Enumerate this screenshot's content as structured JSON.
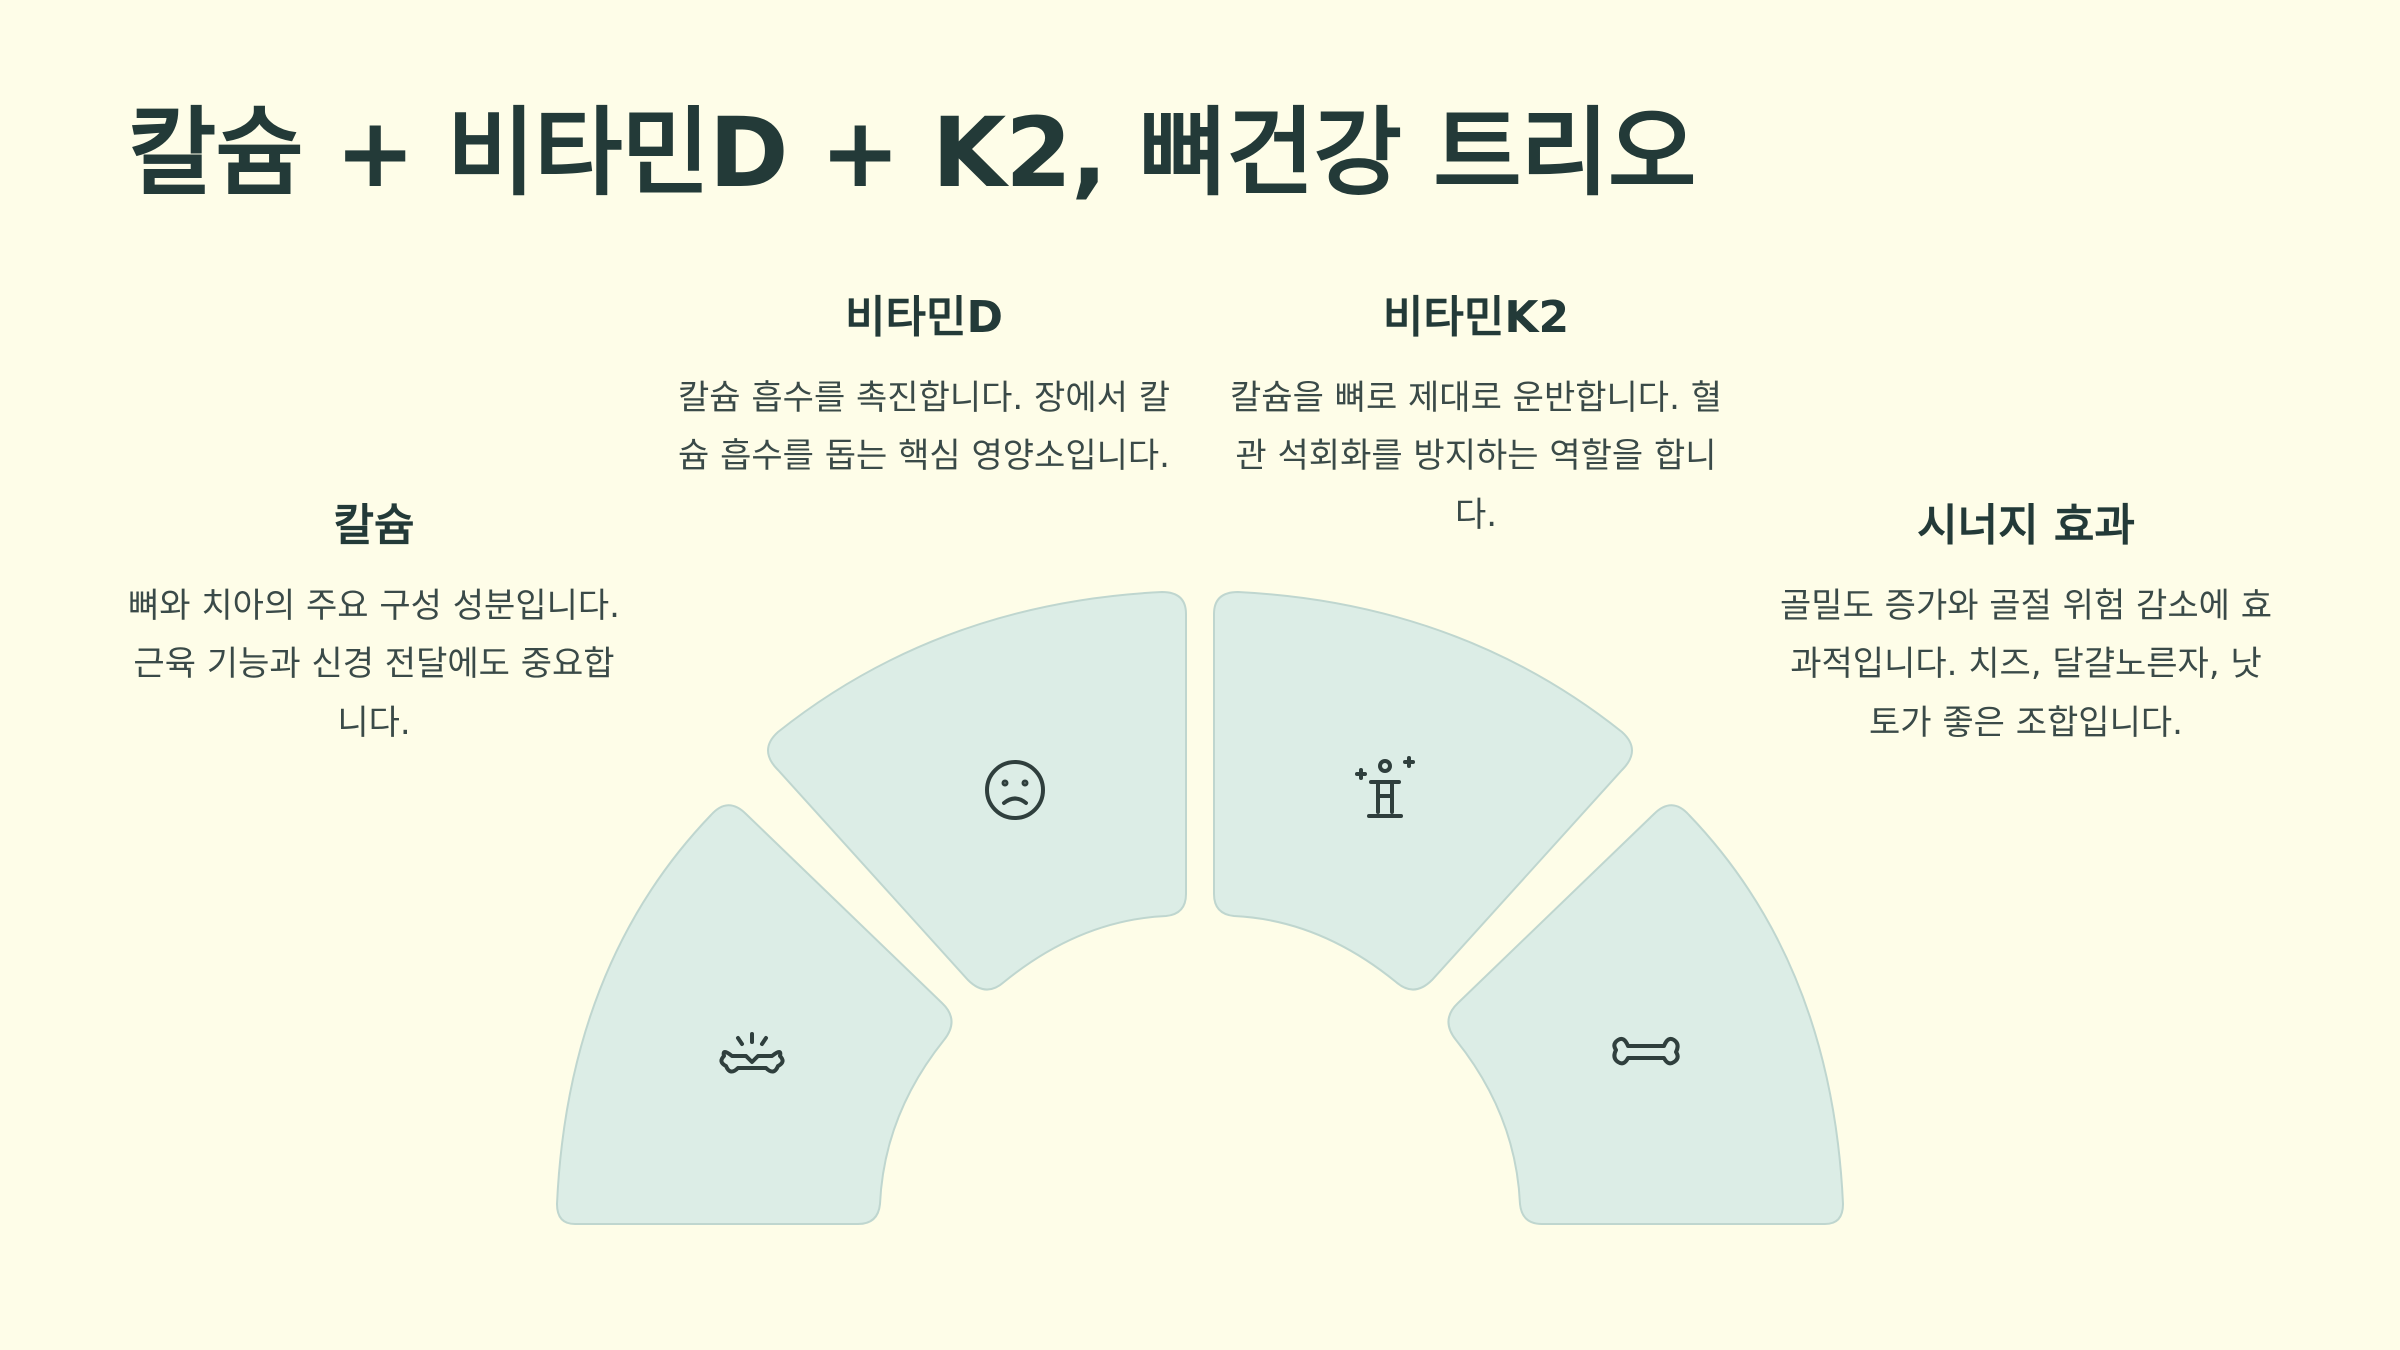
{
  "title": "칼슘 + 비타민D + K2, 뼈건강 트리오",
  "colors": {
    "background": "#FEFDE8",
    "segment_fill": "#DCEDE6",
    "segment_stroke": "#BFD6CF",
    "text": "#233A38"
  },
  "items": [
    {
      "heading": "칼슘",
      "body": "뼈와 치아의 주요 구성 성분입니다. 근육 기능과 신경 전달에도 중요합니다.",
      "icon": "broken-bone-icon"
    },
    {
      "heading": "비타민D",
      "body": "칼슘 흡수를 촉진합니다. 장에서 칼슘 흡수를 돕는 핵심 영양소입니다.",
      "icon": "sad-face-icon"
    },
    {
      "heading": "비타민K2",
      "body": "칼슘을 뼈로 제대로 운반합니다. 혈관 석회화를 방지하는 역할을 합니다.",
      "icon": "sparkle-person-icon"
    },
    {
      "heading": "시너지 효과",
      "body": "골밀도 증가와 골절 위험 감소에 효과적입니다. 치즈, 달걀노른자, 낫토가 좋은 조합입니다.",
      "icon": "bone-icon"
    }
  ]
}
